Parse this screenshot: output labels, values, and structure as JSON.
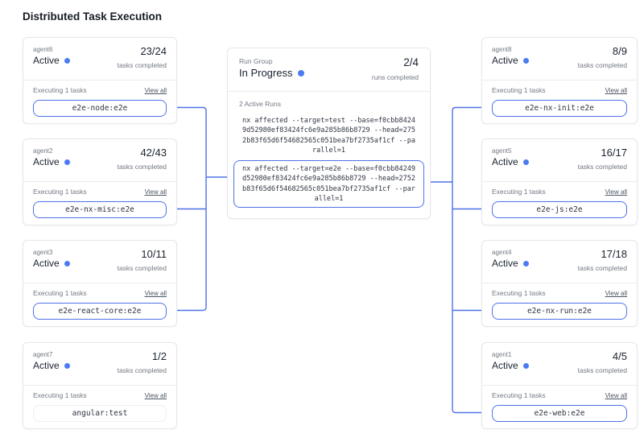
{
  "page": {
    "title": "Distributed Task Execution"
  },
  "colors": {
    "accent_blue": "#4d72e8",
    "status_dot_blue": "#4b7bf1",
    "card_border": "#e5e7eb"
  },
  "run_group": {
    "label": "Run Group",
    "status": "In Progress",
    "fraction": "2/4",
    "fraction_caption": "runs completed",
    "active_runs_label": "2 Active Runs",
    "commands": [
      {
        "text": "nx affected --target=test --base=f0cbb84249d52980ef83424fc6e9a285b86b8729 --head=2752b83f65d6f54682565c051bea7bf2735af1cf --parallel=1",
        "highlighted": false
      },
      {
        "text": "nx affected --target=e2e --base=f0cbb84249d52980ef83424fc6e9a285b86b8729 --head=2752b83f65d6f54682565c051bea7bf2735af1cf --parallel=1",
        "highlighted": true
      }
    ]
  },
  "agents": {
    "left": [
      {
        "name": "agent6",
        "status": "Active",
        "fraction": "23/24",
        "caption": "tasks completed",
        "executing_label": "Executing 1 tasks",
        "view_all": "View all",
        "task": "e2e-node:e2e",
        "task_highlighted": true
      },
      {
        "name": "agent2",
        "status": "Active",
        "fraction": "42/43",
        "caption": "tasks completed",
        "executing_label": "Executing 1 tasks",
        "view_all": "View all",
        "task": "e2e-nx-misc:e2e",
        "task_highlighted": true
      },
      {
        "name": "agent3",
        "status": "Active",
        "fraction": "10/11",
        "caption": "tasks completed",
        "executing_label": "Executing 1 tasks",
        "view_all": "View all",
        "task": "e2e-react-core:e2e",
        "task_highlighted": true
      },
      {
        "name": "agent7",
        "status": "Active",
        "fraction": "1/2",
        "caption": "tasks completed",
        "executing_label": "Executing 1 tasks",
        "view_all": "View all",
        "task": "angular:test",
        "task_highlighted": false
      }
    ],
    "right": [
      {
        "name": "agent8",
        "status": "Active",
        "fraction": "8/9",
        "caption": "tasks completed",
        "executing_label": "Executing 1 tasks",
        "view_all": "View all",
        "task": "e2e-nx-init:e2e",
        "task_highlighted": true
      },
      {
        "name": "agent5",
        "status": "Active",
        "fraction": "16/17",
        "caption": "tasks completed",
        "executing_label": "Executing 1 tasks",
        "view_all": "View all",
        "task": "e2e-js:e2e",
        "task_highlighted": true
      },
      {
        "name": "agent4",
        "status": "Active",
        "fraction": "17/18",
        "caption": "tasks completed",
        "executing_label": "Executing 1 tasks",
        "view_all": "View all",
        "task": "e2e-nx-run:e2e",
        "task_highlighted": true
      },
      {
        "name": "agent1",
        "status": "Active",
        "fraction": "4/5",
        "caption": "tasks completed",
        "executing_label": "Executing 1 tasks",
        "view_all": "View all",
        "task": "e2e-web:e2e",
        "task_highlighted": true
      }
    ]
  }
}
